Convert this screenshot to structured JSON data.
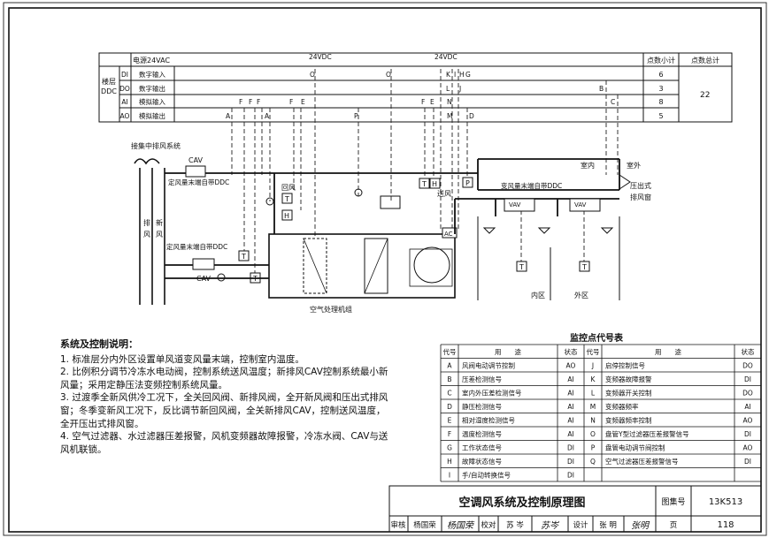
{
  "ddc_table": {
    "row_header": "楼层DDC",
    "col_power": "电源24VAC",
    "col_24vdc_a": "24VDC",
    "col_24vdc_b": "24VDC",
    "col_subtotal": "点数小计",
    "col_total": "点数总计",
    "rows": [
      {
        "code": "DI",
        "label": "数字输入",
        "subtotal": "6"
      },
      {
        "code": "DO",
        "label": "数字输出",
        "subtotal": "3"
      },
      {
        "code": "AI",
        "label": "模拟输入",
        "subtotal": "8"
      },
      {
        "code": "AO",
        "label": "模拟输出",
        "subtotal": "5"
      }
    ],
    "total": "22",
    "row_letters": {
      "di": [
        "O",
        "O",
        "K",
        "I",
        "H",
        "G"
      ],
      "do": [
        "L",
        "J",
        "B"
      ],
      "ai": [
        "F",
        "F",
        "F",
        "F",
        "E",
        "F",
        "E",
        "N",
        "C"
      ],
      "ao": [
        "A",
        "A",
        "P",
        "M",
        "D"
      ]
    }
  },
  "diagram": {
    "exhaust_label": "接集中排风系统",
    "cav": "CAV",
    "cav_ddc_top": "定风量末端自带DDC",
    "cav_ddc_bottom": "定风量末端自带DDC",
    "return_label": "回风",
    "supply_label": "送风",
    "exhaust_v": "排风",
    "fresh_v": "新风",
    "vav_ddc": "变风量末端自带DDC",
    "vav": "VAV",
    "indoor": "室内",
    "outdoor": "室外",
    "relief": "压出式排风窗",
    "ahu": "空气处理机组",
    "zone_inner": "内区",
    "zone_outer": "外区",
    "ac": "AC",
    "t": "T",
    "h": "H",
    "p": "P",
    "a": "A",
    "m": "M"
  },
  "notes": {
    "title": "系统及控制说明：",
    "lines": [
      "1. 标准层分内外区设置单风道变风量末端，控制室内温度。",
      "2. 比例积分调节冷冻水电动阀，控制系统送风温度；新排风CAV控制系统最小新风量；采用定静压法变频控制系统风量。",
      "3. 过渡季全新风供冷工况下，全关回风阀、新排风阀，全开新风阀和压出式排风窗；冬季变新风工况下，反比调节新回风阀，全关新排风CAV，控制送风温度，全开压出式排风窗。",
      "4. 空气过滤器、水过滤器压差报警，风机变频器故障报警，冷冻水阀、CAV与送风机联锁。"
    ]
  },
  "legend": {
    "title": "监控点代号表",
    "h_code": "代号",
    "h_use": "用　　途",
    "h_state": "状态",
    "left": [
      {
        "c": "A",
        "u": "风阀电动调节控制",
        "s": "AO"
      },
      {
        "c": "B",
        "u": "压差检测信号",
        "s": "AI"
      },
      {
        "c": "C",
        "u": "室内外压差检测信号",
        "s": "AI"
      },
      {
        "c": "D",
        "u": "静压检测信号",
        "s": "AI"
      },
      {
        "c": "E",
        "u": "相对湿度检测信号",
        "s": "AI"
      },
      {
        "c": "F",
        "u": "温度检测信号",
        "s": "AI"
      },
      {
        "c": "G",
        "u": "工作状态信号",
        "s": "DI"
      },
      {
        "c": "H",
        "u": "故障状态信号",
        "s": "DI"
      },
      {
        "c": "I",
        "u": "手/自动转换信号",
        "s": "DI"
      }
    ],
    "right": [
      {
        "c": "J",
        "u": "启停控制信号",
        "s": "DO"
      },
      {
        "c": "K",
        "u": "变频器故障报警",
        "s": "DI"
      },
      {
        "c": "L",
        "u": "变频器开关控制",
        "s": "DO"
      },
      {
        "c": "M",
        "u": "变频器频率",
        "s": "AI"
      },
      {
        "c": "N",
        "u": "变频器频率控制",
        "s": "AO"
      },
      {
        "c": "O",
        "u": "盘管Y型过滤器压差报警信号",
        "s": "DI"
      },
      {
        "c": "P",
        "u": "盘管电动调节阀控制",
        "s": "AO"
      },
      {
        "c": "Q",
        "u": "空气过滤器压差报警信号",
        "s": "DI"
      }
    ]
  },
  "titleblock": {
    "title": "空调风系统及控制原理图",
    "atlas_label": "图集号",
    "atlas_no": "13K513",
    "review_label": "审核",
    "review_name": "杨国荣",
    "check_label": "校对",
    "check_name": "苏 岑",
    "design_label": "设计",
    "design_name": "张 明",
    "page_label": "页",
    "page_no": "118"
  }
}
